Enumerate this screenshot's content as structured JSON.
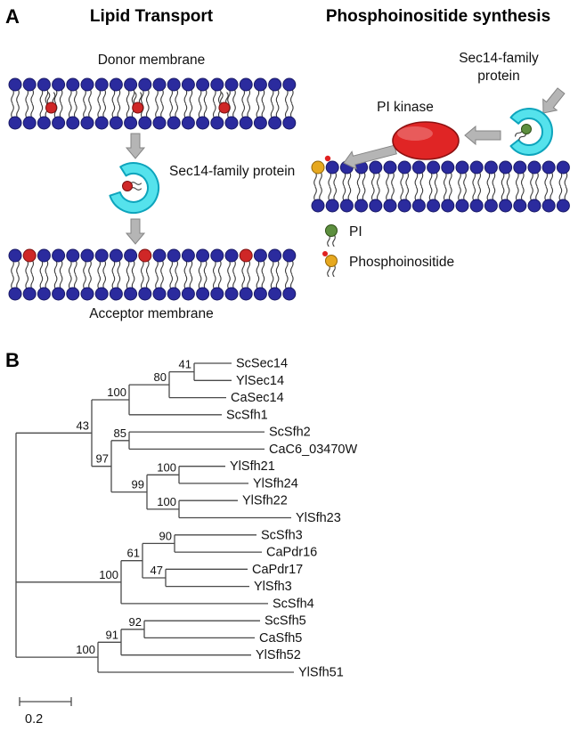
{
  "panels": {
    "a_label": "A",
    "b_label": "B"
  },
  "panel_a": {
    "left": {
      "title": "Lipid Transport",
      "donor_label": "Donor membrane",
      "protein_label": "Sec14-family protein",
      "acceptor_label": "Acceptor membrane"
    },
    "right": {
      "title": "Phosphoinositide synthesis",
      "protein_label_line1": "Sec14-family",
      "protein_label_line2": "protein",
      "kinase_label": "PI kinase",
      "legend": {
        "pi_label": "PI",
        "pip_label": "Phosphoinositide"
      }
    },
    "colors": {
      "membrane_head": "#2b2b9e",
      "membrane_head_edge": "#191965",
      "lipid_red": "#cf2727",
      "lipid_red_edge": "#7c1010",
      "tail": "#3a3a3a",
      "protein_fill": "#55e2ec",
      "protein_edge": "#0da4bc",
      "kinase_fill": "#e02525",
      "kinase_edge": "#8c1111",
      "pi_green": "#5d8f3f",
      "pi_green_edge": "#2e4f17",
      "pip_yellow": "#e6a81f",
      "pip_yellow_edge": "#93660a",
      "phosphate_red": "#e02020",
      "arrow_fill": "#b5b5b5",
      "arrow_edge": "#848484"
    }
  },
  "panel_b": {
    "scale_label": "0.2",
    "colors": {
      "line": "#4a4a4a",
      "support": "#2e2e2e",
      "tip_blue": "#1f1fd6",
      "tip_red": "#e41717",
      "tip_black": "#1a1a1a"
    },
    "tree": {
      "length": 0,
      "children": [
        {
          "support": "43",
          "length": 85,
          "children": [
            {
              "support": "100",
              "length": 42,
              "children": [
                {
                  "support": "80",
                  "length": 45,
                  "children": [
                    {
                      "support": "41",
                      "length": 28,
                      "children": [
                        {
                          "name": "ScSec14",
                          "color": "blue",
                          "length": 42
                        },
                        {
                          "name": "YlSec14",
                          "color": "red",
                          "length": 42
                        }
                      ]
                    },
                    {
                      "name": "CaSec14",
                      "color": "black",
                      "length": 64
                    }
                  ]
                },
                {
                  "name": "ScSfh1",
                  "color": "blue",
                  "length": 104
                }
              ]
            },
            {
              "support": "97",
              "length": 22,
              "children": [
                {
                  "support": "85",
                  "length": 20,
                  "children": [
                    {
                      "name": "ScSfh2",
                      "color": "blue",
                      "length": 152
                    },
                    {
                      "name": "CaC6_03470W",
                      "color": "black",
                      "length": 152
                    }
                  ]
                },
                {
                  "support": "99",
                  "length": 40,
                  "children": [
                    {
                      "support": "100",
                      "length": 36,
                      "children": [
                        {
                          "name": "YlSfh21",
                          "color": "red",
                          "length": 52
                        },
                        {
                          "name": "YlSfh24",
                          "color": "red",
                          "length": 78
                        }
                      ]
                    },
                    {
                      "support": "100",
                      "length": 36,
                      "children": [
                        {
                          "name": "YlSfh22",
                          "color": "red",
                          "length": 66
                        },
                        {
                          "name": "YlSfh23",
                          "color": "red",
                          "length": 126
                        }
                      ]
                    }
                  ]
                }
              ]
            }
          ]
        },
        {
          "support": "100",
          "length": 118,
          "children": [
            {
              "support": "61",
              "length": 24,
              "children": [
                {
                  "support": "90",
                  "length": 36,
                  "children": [
                    {
                      "name": "ScSfh3",
                      "color": "blue",
                      "length": 92
                    },
                    {
                      "name": "CaPdr16",
                      "color": "black",
                      "length": 98
                    }
                  ]
                },
                {
                  "support": "47",
                  "length": 26,
                  "children": [
                    {
                      "name": "CaPdr17",
                      "color": "black",
                      "length": 92
                    },
                    {
                      "name": "YlSfh3",
                      "color": "red",
                      "length": 94
                    }
                  ]
                }
              ]
            },
            {
              "name": "ScSfh4",
              "color": "blue",
              "length": 165
            }
          ]
        },
        {
          "support": "100",
          "length": 92,
          "children": [
            {
              "support": "91",
              "length": 26,
              "children": [
                {
                  "support": "92",
                  "length": 26,
                  "children": [
                    {
                      "name": "ScSfh5",
                      "color": "blue",
                      "length": 130
                    },
                    {
                      "name": "CaSfh5",
                      "color": "black",
                      "length": 124
                    }
                  ]
                },
                {
                  "name": "YlSfh52",
                  "color": "red",
                  "length": 146
                }
              ]
            },
            {
              "name": "YlSfh51",
              "color": "red",
              "length": 220
            }
          ]
        }
      ]
    }
  }
}
